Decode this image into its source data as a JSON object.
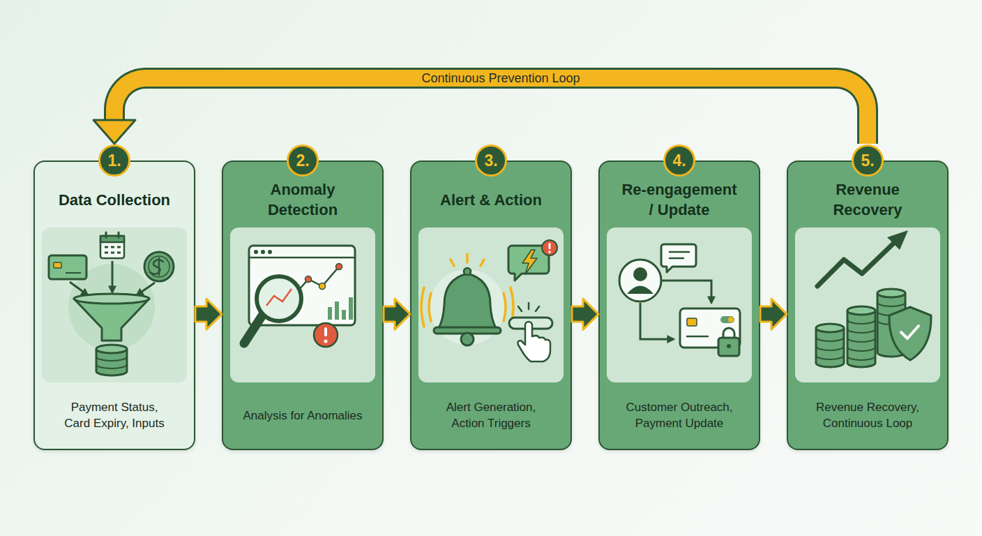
{
  "diagram": {
    "nodes": [
      {
        "text": [
          "1.",
          "Data Collection",
          "Payment Status, Card Expiry, Inputs"
        ]
      },
      {
        "text": [
          "2.",
          "Anomaly Detection",
          "Analysis for Anomalies"
        ]
      },
      {
        "text": [
          "3.",
          "Alert & Action",
          "Alert Generation, Action Triggers"
        ]
      },
      {
        "text": [
          "4.",
          "Re-engagement / Update",
          "Customer Outreach, Payment Update"
        ]
      },
      {
        "text": [
          "5.",
          "Revenue Recovery",
          "Revenue Recovery, Continuous Loop"
        ]
      }
    ],
    "edges": [
      {
        "from": 0,
        "to": 1,
        "arrow": "to"
      },
      {
        "from": 1,
        "to": 2,
        "arrow": "to"
      },
      {
        "from": 2,
        "to": 3,
        "arrow": "to"
      },
      {
        "from": 3,
        "to": 4,
        "arrow": "to"
      },
      {
        "from": 4,
        "to": 0,
        "arrow": "to",
        "label": "Continuous Prevention Loop"
      }
    ]
  }
}
